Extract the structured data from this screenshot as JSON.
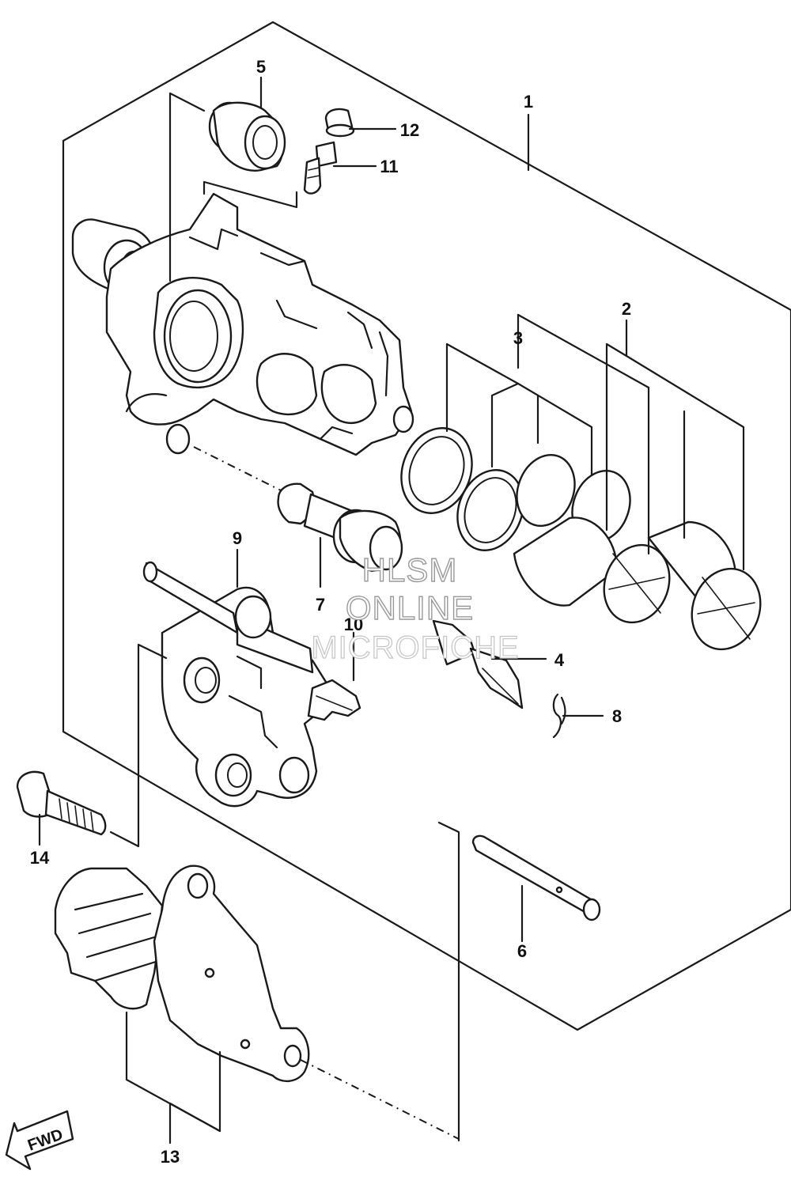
{
  "callouts": {
    "c1": "1",
    "c2": "2",
    "c3": "3",
    "c4": "4",
    "c5": "5",
    "c6": "6",
    "c7": "7",
    "c8": "8",
    "c9": "9",
    "c10": "10",
    "c11": "11",
    "c12": "12",
    "c13": "13",
    "c14": "14"
  },
  "watermark": {
    "line1": "HLSM",
    "line2": "ONLINE",
    "line3": "MICROFICHE"
  },
  "direction_badge": {
    "label": "FWD"
  }
}
